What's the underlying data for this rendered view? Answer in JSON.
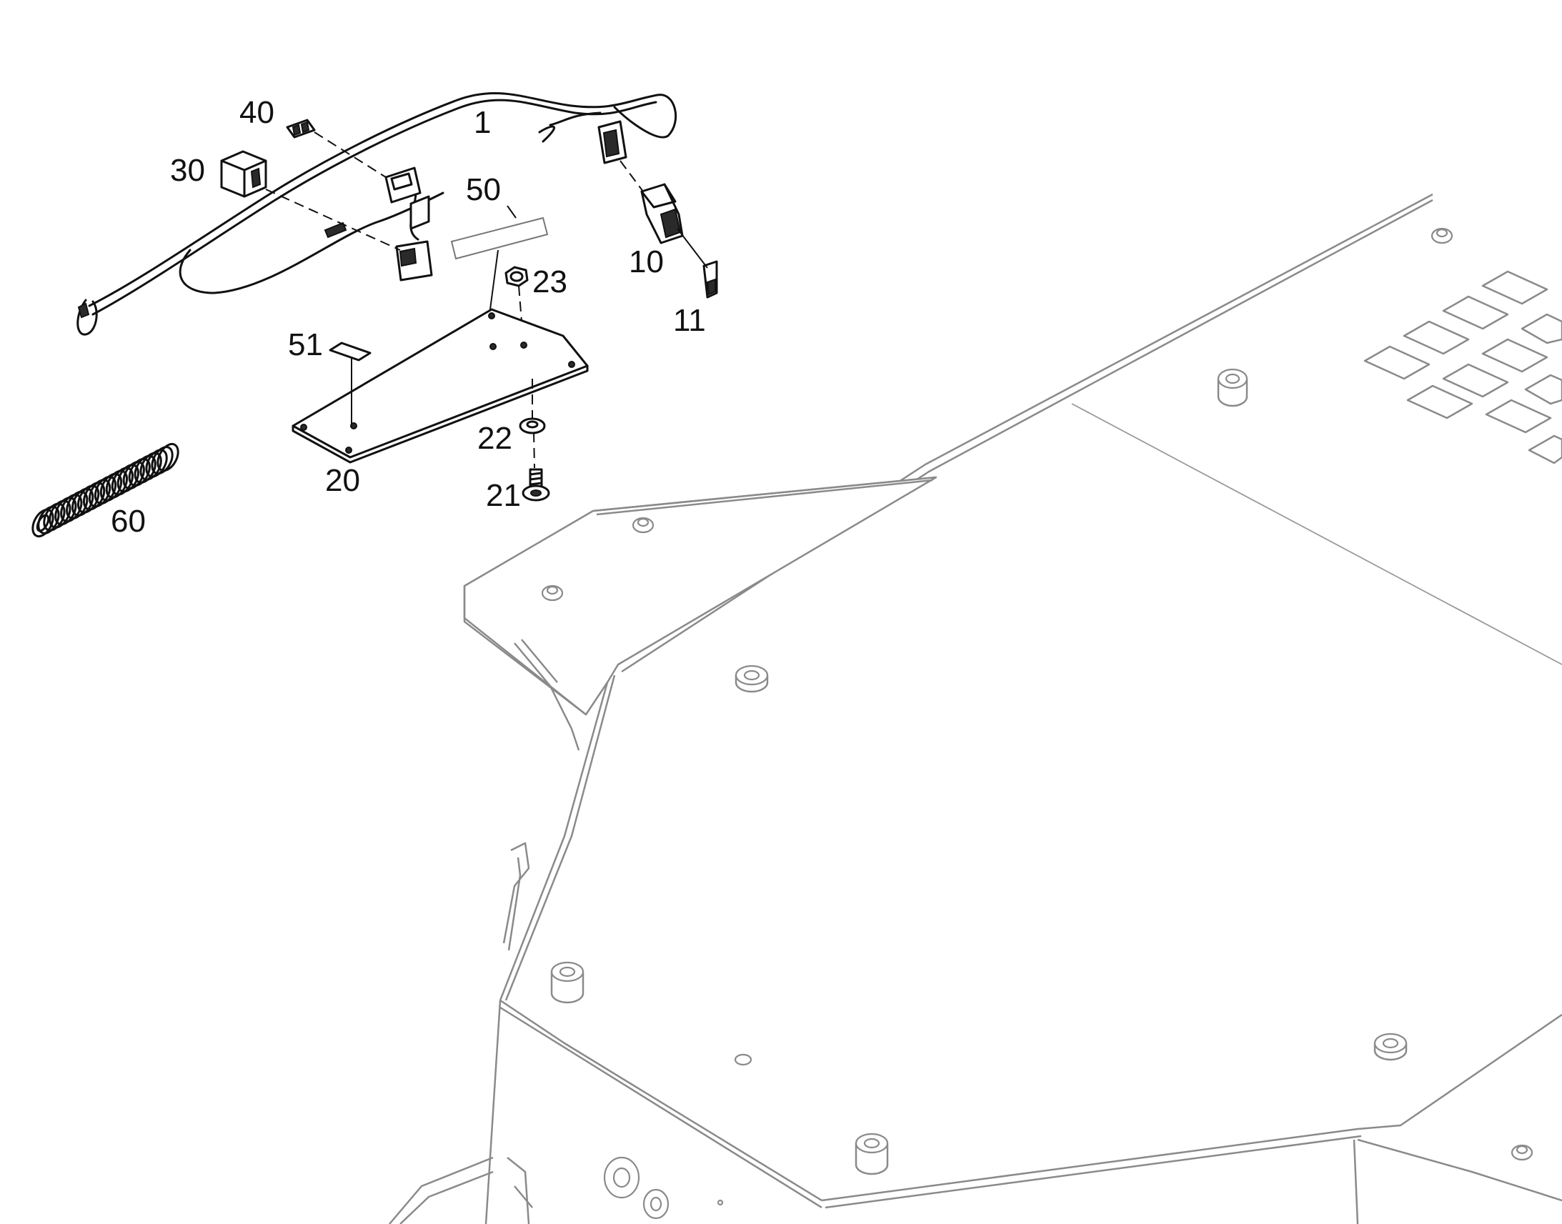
{
  "callouts": {
    "c1": "1",
    "c10": "10",
    "c11": "11",
    "c20": "20",
    "c21": "21",
    "c22": "22",
    "c23": "23",
    "c30": "30",
    "c40": "40",
    "c50": "50",
    "c51": "51",
    "c60": "60"
  },
  "colors": {
    "part_line": "#111111",
    "frame_line": "#8a8a8a",
    "background": "#ffffff"
  }
}
